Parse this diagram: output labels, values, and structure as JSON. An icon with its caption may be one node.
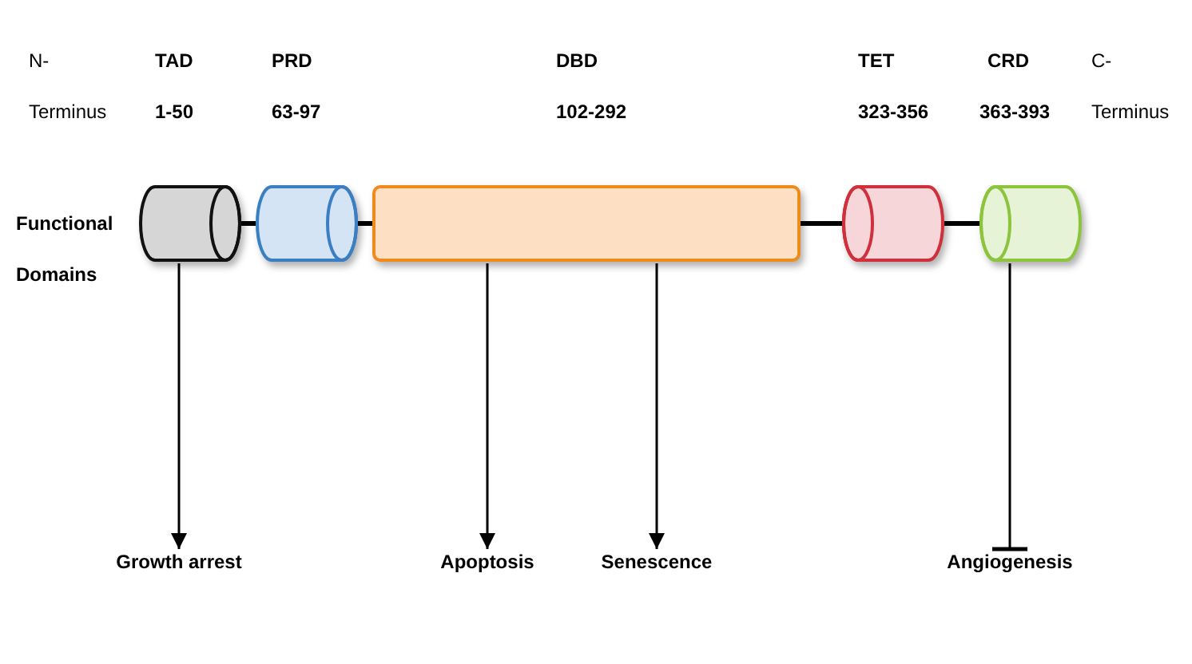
{
  "diagram": {
    "nodes": [
      {
        "text": [],
        "shape": "cylinder"
      },
      {
        "text": [],
        "shape": "cylinder"
      },
      {
        "text": [],
        "shape": "bar"
      },
      {
        "text": [],
        "shape": "cylinder"
      },
      {
        "text": [],
        "shape": "cylinder"
      },
      {
        "text": [
          "Growth arrest"
        ]
      },
      {
        "text": [
          "Apoptosis"
        ]
      },
      {
        "text": [
          "Senescence"
        ]
      },
      {
        "text": [
          "Angiogenesis"
        ]
      }
    ],
    "edges": [
      {
        "from": 0,
        "to": 1,
        "arrow": "none",
        "style": "thick"
      },
      {
        "from": 1,
        "to": 2,
        "arrow": "none",
        "style": "thick"
      },
      {
        "from": 2,
        "to": 3,
        "arrow": "none",
        "style": "thick"
      },
      {
        "from": 3,
        "to": 4,
        "arrow": "none",
        "style": "thick"
      },
      {
        "from": 0,
        "to": 5,
        "arrow": "to"
      },
      {
        "from": 2,
        "to": 6,
        "arrow": "to"
      },
      {
        "from": 2,
        "to": 7,
        "arrow": "to"
      },
      {
        "from": 4,
        "to": 8,
        "arrow": "other"
      }
    ],
    "labels": [
      "N- Terminus",
      "TAD",
      "PRD",
      "DBD",
      "TET",
      "CRD",
      "C- Terminus",
      "1-50",
      "63-97",
      "102-292",
      "323-356",
      "363-393",
      "Functional Domains"
    ]
  }
}
